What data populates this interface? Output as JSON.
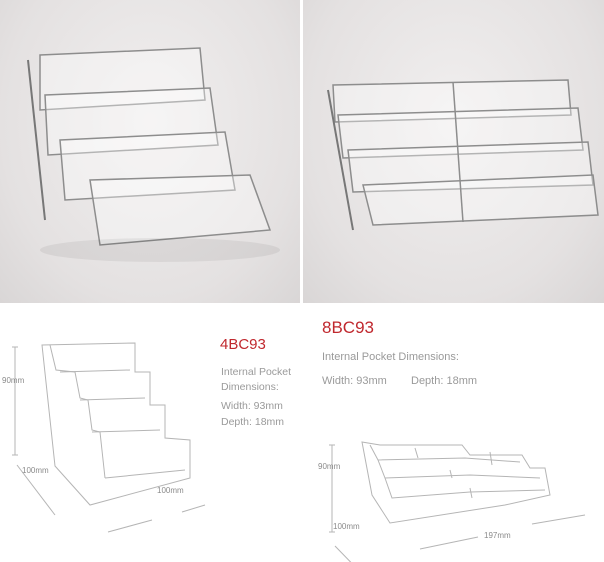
{
  "left_product": {
    "code": "4BC93",
    "pocket_label_line1": "Internal Pocket",
    "pocket_label_line2": "Dimensions:",
    "width": "Width: 93mm",
    "depth": "Depth: 18mm",
    "dims": {
      "height": "90mm",
      "depth": "100mm",
      "width": "100mm"
    }
  },
  "right_product": {
    "code": "8BC93",
    "pocket_label": "Internal Pocket Dimensions:",
    "width": "Width: 93mm",
    "depth": "Depth: 18mm",
    "dims": {
      "height": "90mm",
      "depth": "100mm",
      "width": "197mm"
    }
  },
  "colors": {
    "accent": "#c0282e",
    "text": "#9a9a9a",
    "line": "#b5b5b5"
  }
}
